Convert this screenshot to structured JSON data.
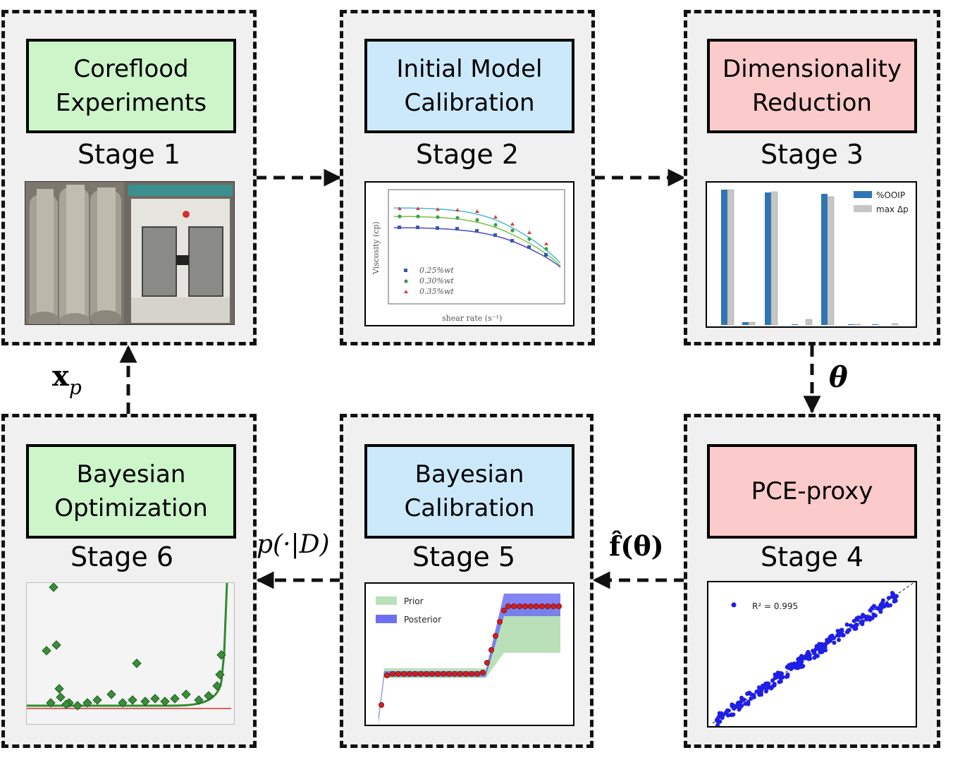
{
  "colors": {
    "green": "#ccf5c9",
    "blue": "#cbe9fb",
    "red": "#fbcaca",
    "stage_bg": "#f0f0f0"
  },
  "stages": [
    {
      "id": 1,
      "title_lines": [
        "Coreflood",
        "Experiments"
      ],
      "label": "Stage 1",
      "color": "green",
      "figure": "photo-cores-and-oven"
    },
    {
      "id": 2,
      "title_lines": [
        "Initial Model",
        "Calibration"
      ],
      "label": "Stage 2",
      "color": "blue",
      "figure": "viscosity-plot"
    },
    {
      "id": 3,
      "title_lines": [
        "Dimensionality",
        "Reduction"
      ],
      "label": "Stage 3",
      "color": "red",
      "figure": "sensitivity-bar-chart"
    },
    {
      "id": 4,
      "title_lines": [
        "PCE-proxy"
      ],
      "label": "Stage 4",
      "color": "red",
      "figure": "parity-scatter"
    },
    {
      "id": 5,
      "title_lines": [
        "Bayesian",
        "Calibration"
      ],
      "label": "Stage 5",
      "color": "blue",
      "figure": "prior-posterior-plot"
    },
    {
      "id": 6,
      "title_lines": [
        "Bayesian",
        "Optimization"
      ],
      "label": "Stage 6",
      "color": "green",
      "figure": "optimization-trace"
    }
  ],
  "flow_labels": {
    "theta": "θ",
    "f_hat": "f̂(θ)",
    "posterior": "p(·|D)",
    "xp_main": "x",
    "xp_sub": "p"
  },
  "stage2_figure": {
    "ylabel": "Viscosity (cp)",
    "xlabel": "shear rate (s⁻¹)",
    "legend": [
      "0.25%wt",
      "0.30%wt",
      "0.35%wt"
    ],
    "series_colors": [
      "#3a55b4",
      "#3aa04a",
      "#d9403a"
    ]
  },
  "stage3_figure": {
    "legend": [
      "%OOIP",
      "max Δp"
    ],
    "series_colors": [
      "#2e75b6",
      "#c6c6c6"
    ]
  },
  "stage4_figure": {
    "annotation": "R² = 0.995",
    "point_color": "#1f1fe6"
  },
  "stage5_figure": {
    "legend": [
      "Prior",
      "Posterior"
    ],
    "colors": [
      "#b9e0b9",
      "#6e6ef2",
      "#d42020"
    ]
  }
}
